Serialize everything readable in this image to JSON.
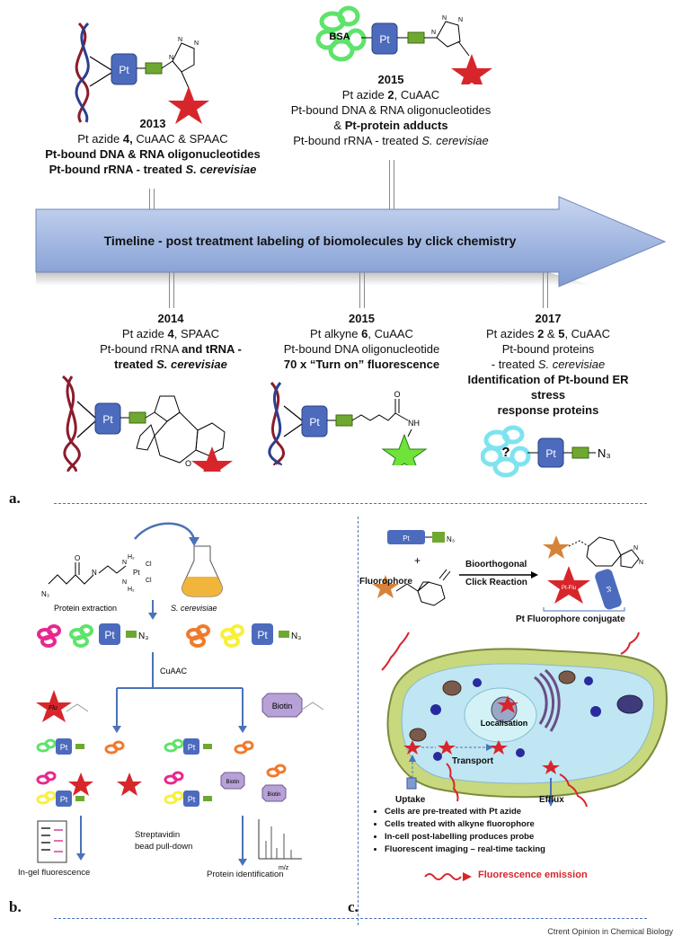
{
  "panel_a": {
    "label": "a.",
    "timeline_title": "Timeline - post treatment labeling of biomolecules by click chemistry",
    "bsa_label": "BSA",
    "pt_label": "Pt",
    "entries": {
      "e2013": {
        "year": "2013",
        "l1a": "Pt azide ",
        "l1b": "4,",
        "l1c": " CuAAC & SPAAC",
        "l2": "Pt-bound DNA & RNA oligonucleotides",
        "l3a": "Pt-bound rRNA - treated ",
        "l3b": "S. cerevisiae"
      },
      "e2015a": {
        "year": "2015",
        "l1a": "Pt azide ",
        "l1b": "2",
        "l1c": ", CuAAC",
        "l2": "Pt-bound DNA & RNA oligonucleotides",
        "l3a": "& ",
        "l3b": "Pt-protein adducts",
        "l4a": "Pt-bound rRNA - treated ",
        "l4b": "S. cerevisiae"
      },
      "e2014": {
        "year": "2014",
        "l1a": "Pt azide ",
        "l1b": "4",
        "l1c": ", SPAAC",
        "l2a": "Pt-bound rRNA ",
        "l2b": "and tRNA -",
        "l3a": "treated ",
        "l3b": "S. cerevisiae"
      },
      "e2015b": {
        "year": "2015",
        "l1a": "Pt alkyne ",
        "l1b": "6",
        "l1c": ", CuAAC",
        "l2": "Pt-bound DNA oligonucleotide",
        "l3": "70 x “Turn on” fluorescence"
      },
      "e2017": {
        "year": "2017",
        "l1a": "Pt azides ",
        "l1b": "2",
        "l1c": " & ",
        "l1d": "5",
        "l1e": ", CuAAC",
        "l2": "Pt-bound proteins",
        "l3a": "- treated ",
        "l3b": "S. cerevisiae",
        "l4": "Identification of Pt-bound ER stress",
        "l5": "response proteins"
      }
    },
    "question_mark": "?",
    "azide": "N₃",
    "nh_label": "NH",
    "o_label": "O"
  },
  "panel_b": {
    "label": "b.",
    "s_cerevisiae": "S. cerevisiae",
    "protein_extraction": "Protein extraction",
    "cuaac": "CuAAC",
    "flu": "Flu",
    "biotin": "Biotin",
    "in_gel": "In-gel fluorescence",
    "streptavidin_1": "Streptavidin",
    "streptavidin_2": "bead pull-down",
    "protein_id": "Protein identification",
    "mz": "m/z",
    "n3": "N₃",
    "pt": "Pt",
    "cl": "Cl",
    "nh2": "H₂"
  },
  "panel_c": {
    "label": "c.",
    "fluorophore": "Fluorophore",
    "bioorthogonal": "Bioorthogonal",
    "click_reaction": "Click Reaction",
    "pt_flu": "Pt-Flu",
    "conjugate": "Pt Fluorophore conjugate",
    "localisation": "Localisation",
    "transport": "Transport",
    "uptake": "Uptake",
    "efflux": "Efflux",
    "plus": "+",
    "bullets": [
      "Cells are pre-treated with Pt azide",
      "Cells treated with alkyne fluorophore",
      "In-cell post-labelling produces probe",
      "Fluorescent imaging – real-time tacking"
    ],
    "emission": "Fluorescence emission",
    "pt": "Pt",
    "n3": "N₃"
  },
  "footer": "Ctrent Opinion in Chemical Biology",
  "colors": {
    "arrow": "#a9bde4",
    "pt_box": "#4c6bbd",
    "linker": "#6fa830",
    "star": "#d7262b",
    "dash": "#4a72b8"
  }
}
